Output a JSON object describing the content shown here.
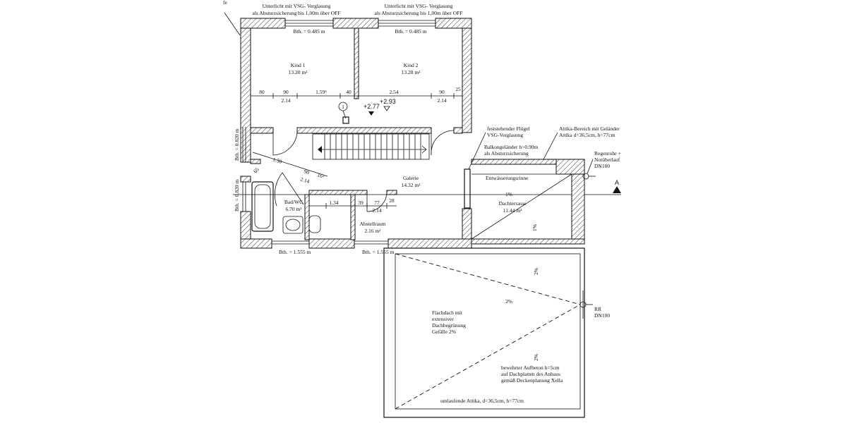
{
  "top_notes": {
    "left_line1": "Unterlicht mit VSG- Verglasung",
    "left_line2": "als Absturzsicherung bis 1,00m über OFF",
    "right_line1": "Unterlicht mit VSG- Verglasung",
    "right_line2": "als Absturzsicherung bis 1,00m über OFF",
    "corner_fragment": "fe"
  },
  "windows": {
    "kind1_top": "Bth. = 0.485 m",
    "kind2_top": "Bth. = 0.485 m",
    "left_upper": "Bth. = 0.820 m",
    "left_lower": "Bth. = 0.820 m",
    "bottom_left": "Bth. = 1.555 m",
    "bottom_mid": "Bth. = 1.555 m"
  },
  "rooms": {
    "kind1": {
      "name": "Kind 1",
      "area": "13.20 m²"
    },
    "kind2": {
      "name": "Kind 2",
      "area": "13.28 m²"
    },
    "galerie": {
      "name": "Galerie",
      "area": "14.32 m²"
    },
    "bad": {
      "name": "Bad/WC",
      "area": "6.70 m²"
    },
    "abstell": {
      "name": "Abstellraum",
      "area": "2.16 m²"
    },
    "dachterrasse": {
      "name": "Dachterrasse",
      "area": "11.44 m²"
    }
  },
  "dimensions": {
    "d80": "80",
    "d90a": "90",
    "d159": "1.59⁵",
    "d40": "40",
    "d254": "2.54",
    "d90b": "90",
    "d25": "25",
    "d214a": "2.14",
    "d214b": "2.14",
    "d150": "1.50",
    "d90c": "90",
    "d16": "16⁵",
    "d214c": "2.14",
    "d65": "65",
    "d134": "1.34",
    "d39": "39",
    "d77": "77",
    "d28": "28",
    "d214d": "2.14"
  },
  "levels": {
    "l277": "+2.77",
    "l293": "+2.93"
  },
  "marker": "1",
  "annotations": {
    "fluegel1": "feststehender Flügel",
    "fluegel2": "VSG-Verglasung",
    "balkon1": "Balkongeländer h>0.90m",
    "balkon2": "als Absturzsicherung",
    "attika1": "Attika-Bereich mit Geländer",
    "attika2": "Attika d=36,5cm, h=77cm",
    "regen1": "Regenrohr +",
    "regen2": "Notüberlauf",
    "regen3": "DN100",
    "rinne": "Entwässerungsrinne",
    "pct_terrace": "1%",
    "pct_terrace_v": "1%",
    "rr1": "RR",
    "rr2": "DN100",
    "flach1": "Flachdach mit",
    "flach2": "extensiver",
    "flach3": "Dachbegrünung",
    "flach4": "Gefälle 2%",
    "pct_roof_a": "2%",
    "pct_roof_b": "2%",
    "pct_roof_c": "2%",
    "aufbeton1": "bewehrter Aufbeton h=5cm",
    "aufbeton2": "auf Dachplatten des Anbaus",
    "aufbeton3": "gemäß Deckenplanung Xella",
    "attika_bottom": "umlaufende Attika, d=36,5cm, h=77cm",
    "section": "A"
  }
}
